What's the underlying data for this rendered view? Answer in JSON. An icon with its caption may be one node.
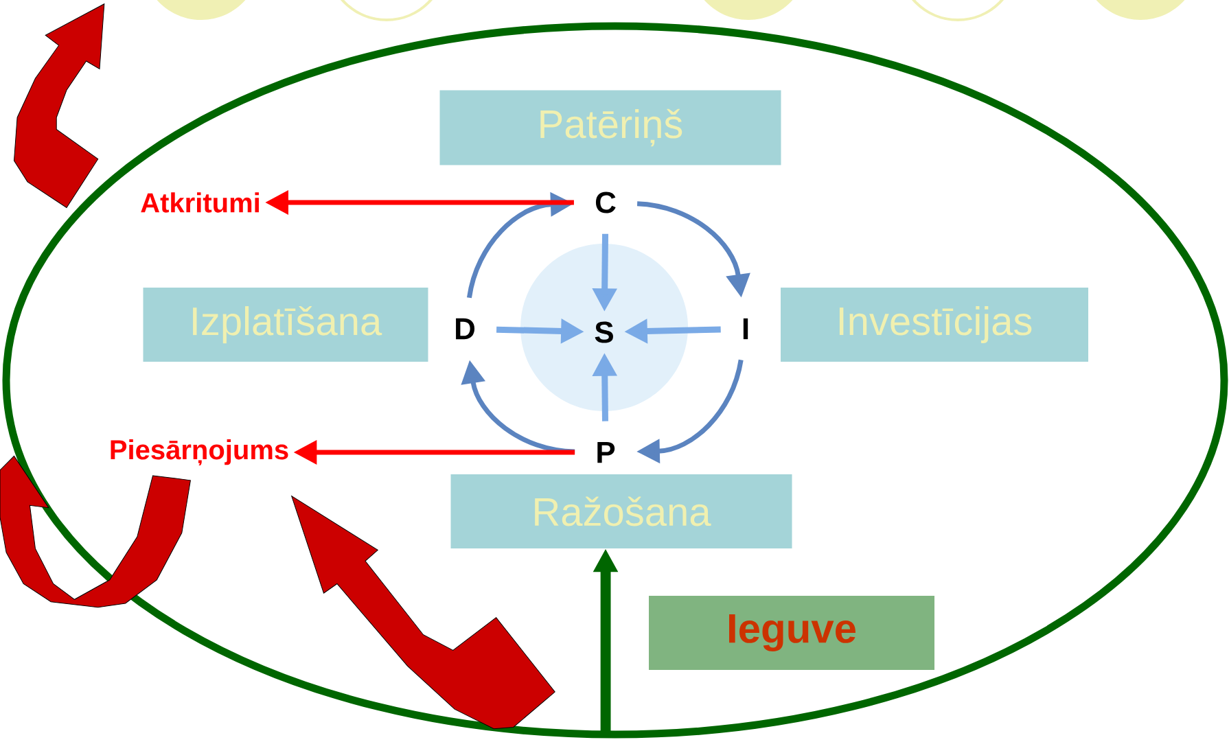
{
  "diagram": {
    "nodes": [
      {
        "text": [
          "Patēriņš"
        ]
      },
      {
        "text": [
          "Izplatīšana"
        ]
      },
      {
        "text": [
          "Investīcijas"
        ]
      },
      {
        "text": [
          "Ražošana"
        ]
      },
      {
        "text": [
          "Ieguve"
        ]
      },
      {
        "text": [
          "C"
        ]
      },
      {
        "text": [
          "D"
        ]
      },
      {
        "text": [
          "S"
        ]
      },
      {
        "text": [
          "I"
        ]
      },
      {
        "text": [
          "P"
        ]
      },
      {
        "text": [
          "Atkritumi"
        ]
      },
      {
        "text": [
          "Piesārņojums"
        ]
      }
    ],
    "edges": [
      {
        "from": 5,
        "to": 8,
        "arrow": "to"
      },
      {
        "from": 8,
        "to": 9,
        "arrow": "to"
      },
      {
        "from": 9,
        "to": 6,
        "arrow": "to"
      },
      {
        "from": 6,
        "to": 5,
        "arrow": "to"
      },
      {
        "from": 5,
        "to": 7,
        "arrow": "to",
        "color": "#7aaae6"
      },
      {
        "from": 6,
        "to": 7,
        "arrow": "to",
        "color": "#7aaae6"
      },
      {
        "from": 8,
        "to": 7,
        "arrow": "to",
        "color": "#7aaae6"
      },
      {
        "from": 9,
        "to": 7,
        "arrow": "to",
        "color": "#7aaae6"
      },
      {
        "from": 5,
        "to": 10,
        "arrow": "to",
        "color": "#ff0000"
      },
      {
        "from": 9,
        "to": 11,
        "arrow": "to",
        "color": "#ff0000"
      },
      {
        "from": null,
        "to": 3,
        "arrow": "to",
        "style": "thick",
        "color": "#006600"
      }
    ]
  }
}
